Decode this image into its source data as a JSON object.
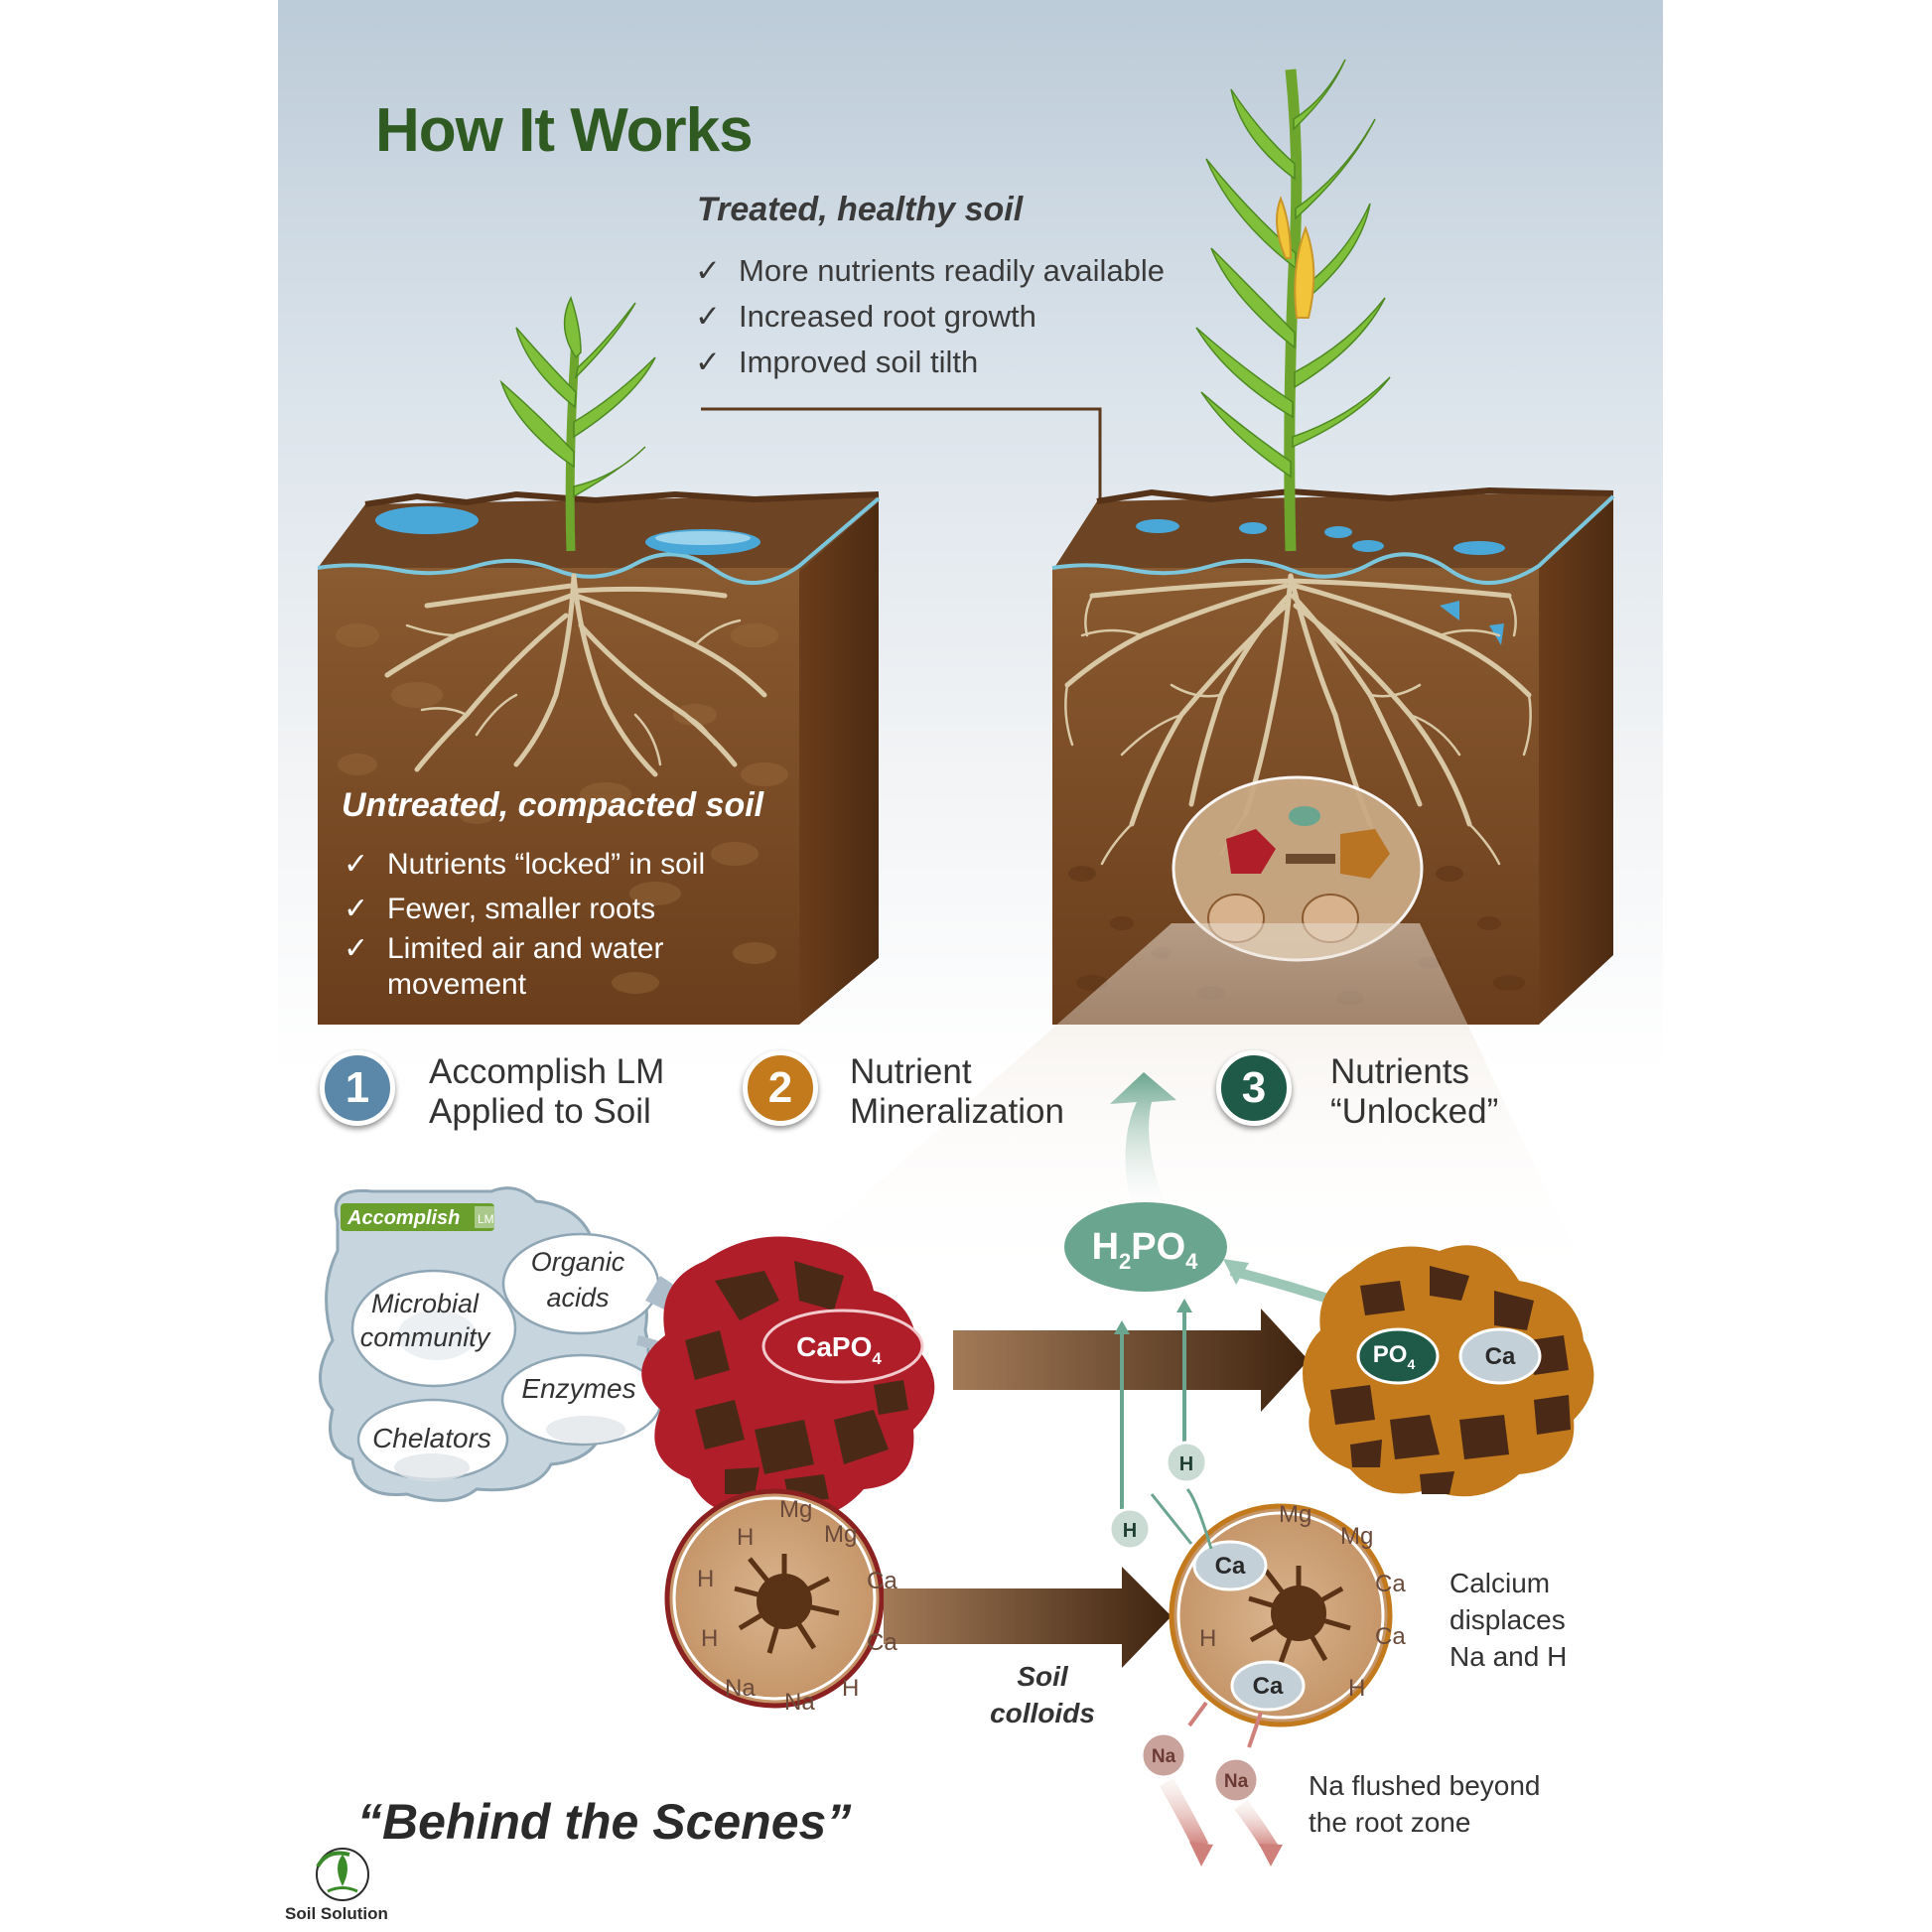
{
  "title": "How It Works",
  "treated": {
    "heading": "Treated, healthy soil",
    "check_icon": "✓",
    "items": [
      "More nutrients readily available",
      "Increased root growth",
      "Improved soil tilth"
    ]
  },
  "untreated": {
    "heading": "Untreated, compacted soil",
    "check_icon": "✓",
    "items": [
      "Nutrients “locked” in soil",
      "Fewer, smaller roots",
      "Limited air and water movement"
    ]
  },
  "steps": [
    {
      "number": "1",
      "label": "Accomplish LM\nApplied to Soil",
      "color": "#5b87a8"
    },
    {
      "number": "2",
      "label": "Nutrient\nMineralization",
      "color": "#c27a1c"
    },
    {
      "number": "3",
      "label": "Nutrients\n“Unlocked”",
      "color": "#1f5a48"
    }
  ],
  "product": {
    "brand": "Accomplish",
    "brand_suffix": "LM",
    "components": [
      "Organic acids",
      "Microbial community",
      "Enzymes",
      "Chelators"
    ]
  },
  "reaction": {
    "capo4": "CaPO",
    "capo4_sub": "4",
    "h2po4": [
      "H",
      "2",
      "PO",
      "4"
    ],
    "po4": "PO",
    "po4_sub": "4",
    "ca": "Ca",
    "h": "H",
    "na": "Na"
  },
  "colloids": {
    "label_line1": "Soil",
    "label_line2": "colloids",
    "before_ions": [
      "H",
      "Mg",
      "Mg",
      "H",
      "Ca",
      "H",
      "Ca",
      "Na",
      "Na",
      "H"
    ],
    "after_ions": [
      "Mg",
      "Mg",
      "Ca",
      "H",
      "Ca",
      "H"
    ],
    "note_calcium": [
      "Calcium",
      "displaces",
      "Na and H"
    ],
    "note_na": [
      "Na flushed beyond",
      "the root zone"
    ]
  },
  "footer": {
    "behind": "“Behind the Scenes”",
    "logo_text": "Soil Solution"
  },
  "colors": {
    "title_green": "#2f5a22",
    "soil_brown": "#7a4a23",
    "water_blue": "#4aa8d8",
    "root_cream": "#d9c8a6",
    "capo4_red": "#b01e2a",
    "teal": "#6aa58f",
    "dark_arrow": "#4a2c16"
  }
}
